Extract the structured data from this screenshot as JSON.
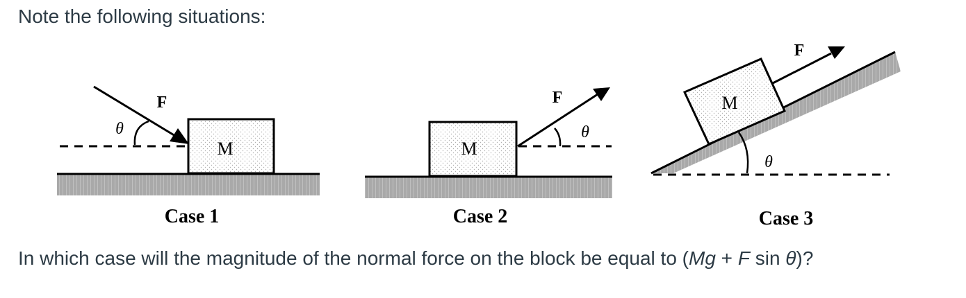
{
  "intro_text": "Note the following situations:",
  "figure": {
    "cases": [
      {
        "caption": "Case 1",
        "block_label": "M",
        "force_label": "F",
        "angle_label": "θ"
      },
      {
        "caption": "Case 2",
        "block_label": "M",
        "force_label": "F",
        "angle_label": "θ"
      },
      {
        "caption": "Case 3",
        "block_label": "M",
        "force_label": "F",
        "angle_label": "θ"
      }
    ]
  },
  "question": {
    "prefix": "In which case will the magnitude of the normal force on the block be equal to (",
    "var_mg": "Mg",
    "middle": " + ",
    "var_f": "F",
    "sin": " sin ",
    "var_theta": "θ",
    "suffix": ")?"
  }
}
